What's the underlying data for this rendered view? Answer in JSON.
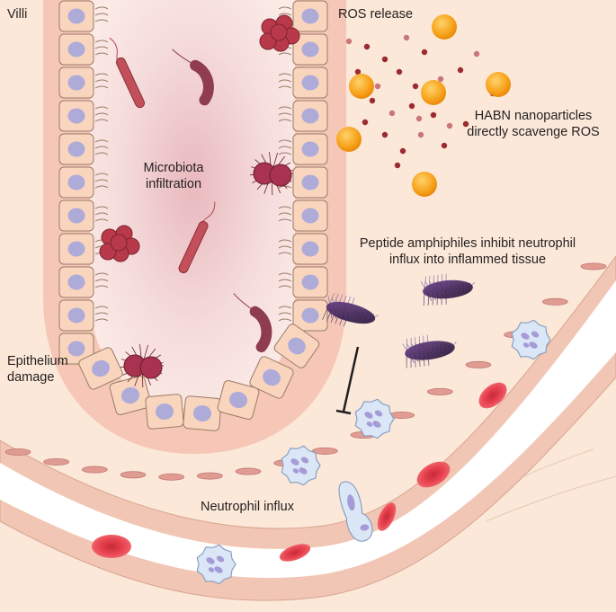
{
  "labels": {
    "villi": "Villi",
    "ros_release": "ROS release",
    "habn": "HABN nanoparticles\ndirectly scavenge ROS",
    "microbiota": "Microbiota\ninfiltration",
    "peptide": "Peptide amphiphiles inhibit neutrophil\ninflux into inflammed tissue",
    "epithelium": "Epithelium\ndamage",
    "neutrophil": "Neutrophil influx"
  },
  "colors": {
    "background": "#fbe8d8",
    "villus_outer": "#f6c7b6",
    "lumen": "#f4d6d6",
    "epithelial_cell": "#fad5bd",
    "cell_outline": "#9a7b66",
    "nucleus": "#a6a6dc",
    "bacteria": "#c2505a",
    "bacteria_cluster": "#b83a4a",
    "ros_particle": "#9b2b30",
    "habn_particle": "#f7a21b",
    "peptide_amphiphile": "#3d2a4f",
    "vessel_wall": "#f2c6b4",
    "vessel_lumen": "#ffffff",
    "red_blood_cell": "#e8424f",
    "neutrophil": "#dbe6f6"
  },
  "icons": [
    "villus",
    "epithelial-cell",
    "bacterium",
    "bacteria-cluster",
    "ros-particle",
    "habn-nanoparticle",
    "peptide-amphiphile",
    "blood-vessel",
    "red-blood-cell",
    "neutrophil",
    "inhibition-arrow"
  ]
}
